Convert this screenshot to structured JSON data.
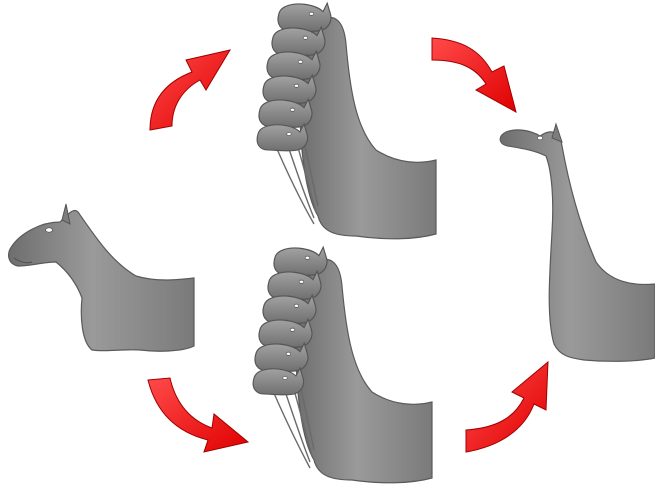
{
  "diagram": {
    "kind": "shape-morphing-cycle",
    "nodes": [
      {
        "id": "horse-original",
        "icon": "horse-bust"
      },
      {
        "id": "horse-stretch-upper",
        "icon": "horse-bust-multi-head"
      },
      {
        "id": "horse-stretch-lower",
        "icon": "horse-bust-multi-head"
      },
      {
        "id": "horse-long-neck",
        "icon": "long-neck-horse-bust"
      }
    ],
    "edges": [
      {
        "from": "horse-original",
        "to": "horse-stretch-upper",
        "icon": "curved-arrow",
        "color": "#ff1a1a"
      },
      {
        "from": "horse-stretch-upper",
        "to": "horse-long-neck",
        "icon": "curved-arrow",
        "color": "#ff1a1a"
      },
      {
        "from": "horse-original",
        "to": "horse-stretch-lower",
        "icon": "curved-arrow",
        "color": "#ff1a1a"
      },
      {
        "from": "horse-stretch-lower",
        "to": "horse-long-neck",
        "icon": "curved-arrow",
        "color": "#ff1a1a"
      }
    ],
    "colors": {
      "model": "#8c8c8c",
      "arrow": "#ff1a1a",
      "background": "#ffffff"
    }
  }
}
